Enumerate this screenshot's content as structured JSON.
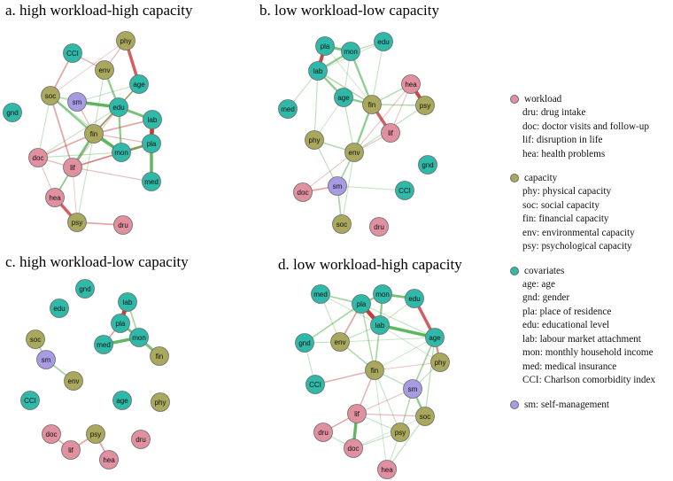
{
  "colors": {
    "workload": "#e0909f",
    "capacity": "#a9a85c",
    "covariates": "#2fb9a8",
    "self_management": "#a79be3",
    "positive_edge": "#3ca83c",
    "negative_edge": "#c83c3c"
  },
  "panels": [
    {
      "title": "a. high workload-high capacity",
      "nodes": [
        {
          "id": "CCI",
          "group": "covariates"
        },
        {
          "id": "phy",
          "group": "capacity"
        },
        {
          "id": "env",
          "group": "capacity"
        },
        {
          "id": "age",
          "group": "covariates"
        },
        {
          "id": "soc",
          "group": "capacity"
        },
        {
          "id": "sm",
          "group": "self_management"
        },
        {
          "id": "edu",
          "group": "covariates"
        },
        {
          "id": "gnd",
          "group": "covariates"
        },
        {
          "id": "lab",
          "group": "covariates"
        },
        {
          "id": "fin",
          "group": "capacity"
        },
        {
          "id": "pla",
          "group": "covariates"
        },
        {
          "id": "doc",
          "group": "workload"
        },
        {
          "id": "mon",
          "group": "covariates"
        },
        {
          "id": "lif",
          "group": "workload"
        },
        {
          "id": "med",
          "group": "covariates"
        },
        {
          "id": "hea",
          "group": "workload"
        },
        {
          "id": "psy",
          "group": "capacity"
        },
        {
          "id": "dru",
          "group": "workload"
        }
      ],
      "edges": [
        [
          "lab",
          "pla",
          -3.5
        ],
        [
          "phy",
          "age",
          -2.5
        ],
        [
          "sm",
          "edu",
          2.5
        ],
        [
          "fin",
          "mon",
          2.5
        ],
        [
          "pla",
          "med",
          2.5
        ],
        [
          "hea",
          "psy",
          -2.5
        ],
        [
          "edu",
          "lab",
          2
        ],
        [
          "mon",
          "pla",
          2
        ],
        [
          "lif",
          "fin",
          2
        ],
        [
          "soc",
          "fin",
          1.5
        ],
        [
          "env",
          "edu",
          1.5
        ],
        [
          "mon",
          "edu",
          1.5
        ],
        [
          "fin",
          "edu",
          1
        ],
        [
          "lif",
          "hea",
          1
        ],
        [
          "CCI",
          "soc",
          -1
        ],
        [
          "CCI",
          "env",
          -0.8
        ],
        [
          "soc",
          "lif",
          -1
        ],
        [
          "fin",
          "age",
          -1
        ],
        [
          "lif",
          "pla",
          -1
        ],
        [
          "doc",
          "fin",
          -1
        ],
        [
          "psy",
          "dru",
          -1
        ],
        [
          "fin",
          "lab",
          -1
        ],
        [
          "phy",
          "env",
          -0.6
        ],
        [
          "soc",
          "sm",
          0.6
        ],
        [
          "sm",
          "fin",
          -0.6
        ],
        [
          "doc",
          "lif",
          -0.6
        ],
        [
          "lif",
          "mon",
          -0.6
        ],
        [
          "fin",
          "pla",
          -0.6
        ],
        [
          "age",
          "edu",
          0.6
        ],
        [
          "soc",
          "mon",
          0.5
        ],
        [
          "doc",
          "mon",
          0.5
        ],
        [
          "hea",
          "lif",
          0.5
        ],
        [
          "soc",
          "doc",
          0.4
        ],
        [
          "lif",
          "med",
          -0.5
        ],
        [
          "psy",
          "fin",
          0.4
        ],
        [
          "age",
          "fin",
          0.4
        ],
        [
          "env",
          "fin",
          0.4
        ],
        [
          "doc",
          "edu",
          0.4
        ],
        [
          "sm",
          "age",
          0.4
        ],
        [
          "lif",
          "edu",
          -0.4
        ],
        [
          "soc",
          "edu",
          0.4
        ],
        [
          "phy",
          "soc",
          -0.3
        ],
        [
          "doc",
          "hea",
          -0.4
        ],
        [
          "psy",
          "lif",
          -0.3
        ]
      ]
    },
    {
      "title": "b. low workload-low capacity",
      "nodes": [
        {
          "id": "pla",
          "group": "covariates"
        },
        {
          "id": "mon",
          "group": "covariates"
        },
        {
          "id": "edu",
          "group": "covariates"
        },
        {
          "id": "lab",
          "group": "covariates"
        },
        {
          "id": "hea",
          "group": "workload"
        },
        {
          "id": "age",
          "group": "covariates"
        },
        {
          "id": "fin",
          "group": "capacity"
        },
        {
          "id": "psy",
          "group": "capacity"
        },
        {
          "id": "med",
          "group": "covariates"
        },
        {
          "id": "lif",
          "group": "workload"
        },
        {
          "id": "phy",
          "group": "capacity"
        },
        {
          "id": "env",
          "group": "capacity"
        },
        {
          "id": "gnd",
          "group": "covariates"
        },
        {
          "id": "sm",
          "group": "self_management"
        },
        {
          "id": "doc",
          "group": "workload"
        },
        {
          "id": "CCI",
          "group": "covariates"
        },
        {
          "id": "soc",
          "group": "capacity"
        },
        {
          "id": "dru",
          "group": "workload"
        }
      ],
      "edges": [
        [
          "pla",
          "lab",
          -3
        ],
        [
          "hea",
          "psy",
          -3
        ],
        [
          "fin",
          "lif",
          -2.5
        ],
        [
          "pla",
          "mon",
          2
        ],
        [
          "mon",
          "lab",
          1.5
        ],
        [
          "lab",
          "age",
          1.5
        ],
        [
          "mon",
          "fin",
          1.5
        ],
        [
          "age",
          "fin",
          1.5
        ],
        [
          "fin",
          "env",
          1.5
        ],
        [
          "env",
          "sm",
          1
        ],
        [
          "sm",
          "soc",
          1
        ],
        [
          "env",
          "phy",
          0.8
        ],
        [
          "sm",
          "doc",
          -1
        ],
        [
          "hea",
          "fin",
          0.8
        ],
        [
          "lab",
          "fin",
          0.8
        ],
        [
          "fin",
          "psy",
          0.8
        ],
        [
          "edu",
          "mon",
          0.6
        ],
        [
          "lab",
          "phy",
          0.5
        ],
        [
          "age",
          "env",
          0.5
        ],
        [
          "env",
          "lif",
          -0.5
        ],
        [
          "psy",
          "env",
          0.5
        ],
        [
          "phy",
          "sm",
          0.5
        ],
        [
          "med",
          "lab",
          0.4
        ],
        [
          "edu",
          "fin",
          0.4
        ],
        [
          "mon",
          "age",
          0.4
        ],
        [
          "sm",
          "CCI",
          0.4
        ],
        [
          "soc",
          "env",
          0.4
        ],
        [
          "hea",
          "lif",
          -0.4
        ],
        [
          "pla",
          "fin",
          0.3
        ],
        [
          "age",
          "phy",
          0.3
        ],
        [
          "doc",
          "env",
          -0.4
        ],
        [
          "hea",
          "env",
          -0.4
        ],
        [
          "edu",
          "lab",
          0.3
        ]
      ]
    },
    {
      "title": "c. high workload-low capacity",
      "nodes": [
        {
          "id": "gnd",
          "group": "covariates"
        },
        {
          "id": "lab",
          "group": "covariates"
        },
        {
          "id": "edu",
          "group": "covariates"
        },
        {
          "id": "pla",
          "group": "covariates"
        },
        {
          "id": "mon",
          "group": "covariates"
        },
        {
          "id": "soc",
          "group": "capacity"
        },
        {
          "id": "med",
          "group": "covariates"
        },
        {
          "id": "fin",
          "group": "capacity"
        },
        {
          "id": "sm",
          "group": "self_management"
        },
        {
          "id": "env",
          "group": "capacity"
        },
        {
          "id": "CCI",
          "group": "covariates"
        },
        {
          "id": "age",
          "group": "covariates"
        },
        {
          "id": "phy",
          "group": "capacity"
        },
        {
          "id": "doc",
          "group": "workload"
        },
        {
          "id": "psy",
          "group": "capacity"
        },
        {
          "id": "dru",
          "group": "workload"
        },
        {
          "id": "lif",
          "group": "workload"
        },
        {
          "id": "hea",
          "group": "workload"
        }
      ],
      "edges": [
        [
          "lab",
          "pla",
          -3.5
        ],
        [
          "mon",
          "med",
          2.5
        ],
        [
          "pla",
          "mon",
          2
        ],
        [
          "mon",
          "fin",
          2
        ],
        [
          "lab",
          "mon",
          1
        ],
        [
          "pla",
          "med",
          -1
        ],
        [
          "soc",
          "sm",
          1
        ],
        [
          "sm",
          "env",
          1
        ],
        [
          "lif",
          "doc",
          -1
        ],
        [
          "lif",
          "psy",
          -1
        ],
        [
          "psy",
          "hea",
          -1
        ]
      ]
    },
    {
      "title": "d. low workload-high capacity",
      "nodes": [
        {
          "id": "med",
          "group": "covariates"
        },
        {
          "id": "mon",
          "group": "covariates"
        },
        {
          "id": "edu",
          "group": "covariates"
        },
        {
          "id": "pla",
          "group": "covariates"
        },
        {
          "id": "lab",
          "group": "covariates"
        },
        {
          "id": "gnd",
          "group": "covariates"
        },
        {
          "id": "env",
          "group": "capacity"
        },
        {
          "id": "age",
          "group": "covariates"
        },
        {
          "id": "phy",
          "group": "capacity"
        },
        {
          "id": "fin",
          "group": "capacity"
        },
        {
          "id": "CCI",
          "group": "covariates"
        },
        {
          "id": "sm",
          "group": "self_management"
        },
        {
          "id": "lif",
          "group": "workload"
        },
        {
          "id": "soc",
          "group": "capacity"
        },
        {
          "id": "dru",
          "group": "workload"
        },
        {
          "id": "psy",
          "group": "capacity"
        },
        {
          "id": "doc",
          "group": "workload"
        },
        {
          "id": "hea",
          "group": "workload"
        }
      ],
      "edges": [
        [
          "pla",
          "lab",
          -3.5
        ],
        [
          "edu",
          "age",
          -2.5
        ],
        [
          "lab",
          "age",
          2.5
        ],
        [
          "mon",
          "edu",
          2
        ],
        [
          "doc",
          "lif",
          2.5
        ],
        [
          "pla",
          "mon",
          1.5
        ],
        [
          "mon",
          "lab",
          1.5
        ],
        [
          "sm",
          "soc",
          1.5
        ],
        [
          "age",
          "phy",
          -1.5
        ],
        [
          "med",
          "pla",
          1
        ],
        [
          "gnd",
          "pla",
          1
        ],
        [
          "pla",
          "env",
          -1
        ],
        [
          "pla",
          "fin",
          0.8
        ],
        [
          "env",
          "fin",
          0.8
        ],
        [
          "lab",
          "fin",
          1
        ],
        [
          "fin",
          "lif",
          -0.8
        ],
        [
          "fin",
          "CCI",
          -0.8
        ],
        [
          "age",
          "sm",
          1
        ],
        [
          "sm",
          "psy",
          0.8
        ],
        [
          "lif",
          "soc",
          -0.6
        ],
        [
          "lif",
          "dru",
          -0.6
        ],
        [
          "dru",
          "doc",
          0.5
        ],
        [
          "psy",
          "doc",
          0.5
        ],
        [
          "soc",
          "hea",
          0.5
        ],
        [
          "psy",
          "hea",
          0.4
        ],
        [
          "fin",
          "sm",
          0.6
        ],
        [
          "age",
          "soc",
          0.6
        ],
        [
          "phy",
          "sm",
          0.5
        ],
        [
          "gnd",
          "env",
          0.4
        ],
        [
          "med",
          "env",
          0.4
        ],
        [
          "CCI",
          "gnd",
          0.4
        ],
        [
          "env",
          "lab",
          0.5
        ],
        [
          "phy",
          "fin",
          -0.4
        ],
        [
          "lif",
          "psy",
          0.4
        ],
        [
          "doc",
          "soc",
          0.3
        ],
        [
          "lif",
          "sm",
          -0.4
        ],
        [
          "fin",
          "psy",
          0.4
        ],
        [
          "env",
          "age",
          0.3
        ],
        [
          "fin",
          "hea",
          0.3
        ],
        [
          "med",
          "lab",
          0.3
        ],
        [
          "dru",
          "lif",
          -0.3
        ],
        [
          "lab",
          "phy",
          0.3
        ],
        [
          "fin",
          "age",
          0.3
        ],
        [
          "pla",
          "age",
          0.4
        ],
        [
          "edu",
          "lab",
          0.4
        ]
      ]
    }
  ],
  "legend": [
    {
      "group": "workload",
      "title": "workload",
      "items": [
        "dru: drug intake",
        "doc: doctor visits and follow-up",
        "lif: disruption in life",
        "hea: health problems"
      ]
    },
    {
      "group": "capacity",
      "title": "capacity",
      "items": [
        "phy: physical capacity",
        "soc:  social capacity",
        "fin: financial capacity",
        "env: environmental capacity",
        "psy: psychological capacity"
      ]
    },
    {
      "group": "covariates",
      "title": "covariates",
      "items": [
        "age: age",
        "gnd: gender",
        "pla:  place of residence",
        "edu: educational level",
        "lab: labour market attachment",
        "mon: monthly household income",
        "med: medical insurance",
        "CCI: Charlson comorbidity index"
      ]
    },
    {
      "group": "self_management",
      "title": "sm: self-management",
      "items": []
    }
  ]
}
